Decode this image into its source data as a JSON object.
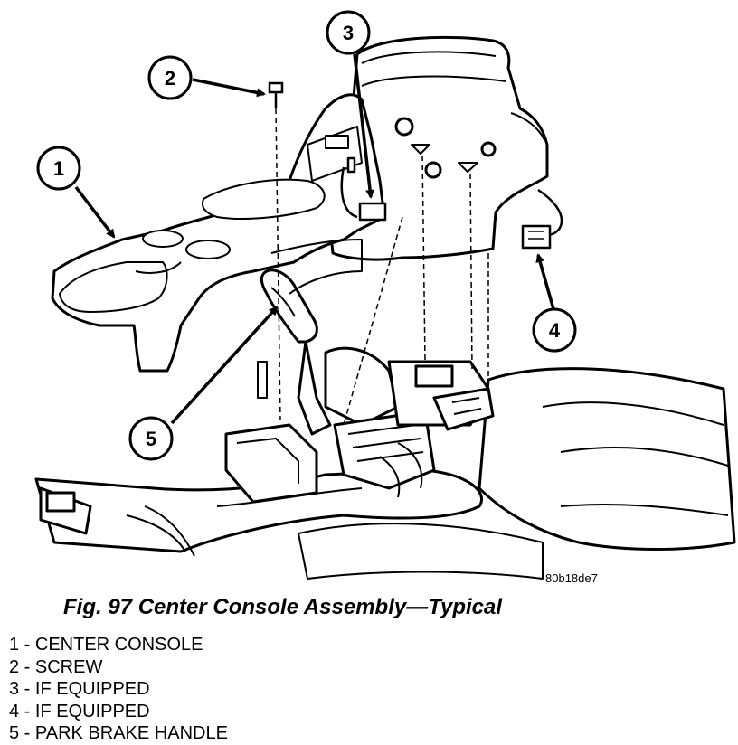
{
  "figure": {
    "code": "80b18de7",
    "caption": "Fig. 97 Center Console Assembly—Typical"
  },
  "callouts": [
    {
      "number": "1"
    },
    {
      "number": "2"
    },
    {
      "number": "3"
    },
    {
      "number": "4"
    },
    {
      "number": "5"
    }
  ],
  "legend": [
    {
      "text": "1 - CENTER CONSOLE"
    },
    {
      "text": "2 - SCREW"
    },
    {
      "text": "3 - IF EQUIPPED"
    },
    {
      "text": "4 - IF EQUIPPED"
    },
    {
      "text": "5 - PARK BRAKE HANDLE"
    }
  ]
}
